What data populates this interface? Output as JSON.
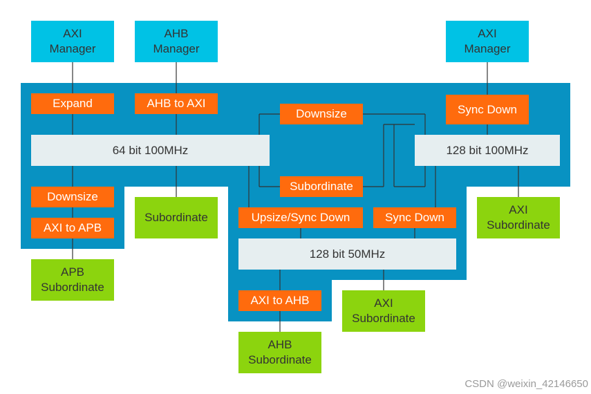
{
  "colors": {
    "fabric_background": "#0892c2",
    "manager": "#00c2e5",
    "converter": "#ff6b0d",
    "bus": "#e6eef0",
    "subordinate": "#8cd40e",
    "connector": "#333333"
  },
  "managers": {
    "axi_left": "AXI\nManager",
    "ahb": "AHB\nManager",
    "axi_right": "AXI\nManager"
  },
  "converters": {
    "expand": "Expand",
    "ahb_to_axi": "AHB to AXI",
    "downsize_top": "Downsize",
    "sync_down_top": "Sync Down",
    "subordinate_inner": "Subordinate",
    "downsize_left": "Downsize",
    "axi_to_apb": "AXI to APB",
    "upsize_sync_down": "Upsize/Sync Down",
    "sync_down_mid": "Sync Down",
    "axi_to_ahb": "AXI to AHB"
  },
  "buses": {
    "bus_64": "64 bit 100MHz",
    "bus_128_100": "128 bit 100MHz",
    "bus_128_50": "128 bit 50MHz"
  },
  "subordinates": {
    "sub_plain": "Subordinate",
    "axi_sub_right": "AXI\nSubordinate",
    "apb_sub": "APB\nSubordinate",
    "axi_sub_mid": "AXI\nSubordinate",
    "ahb_sub": "AHB\nSubordinate"
  },
  "watermark": "CSDN @weixin_42146650"
}
